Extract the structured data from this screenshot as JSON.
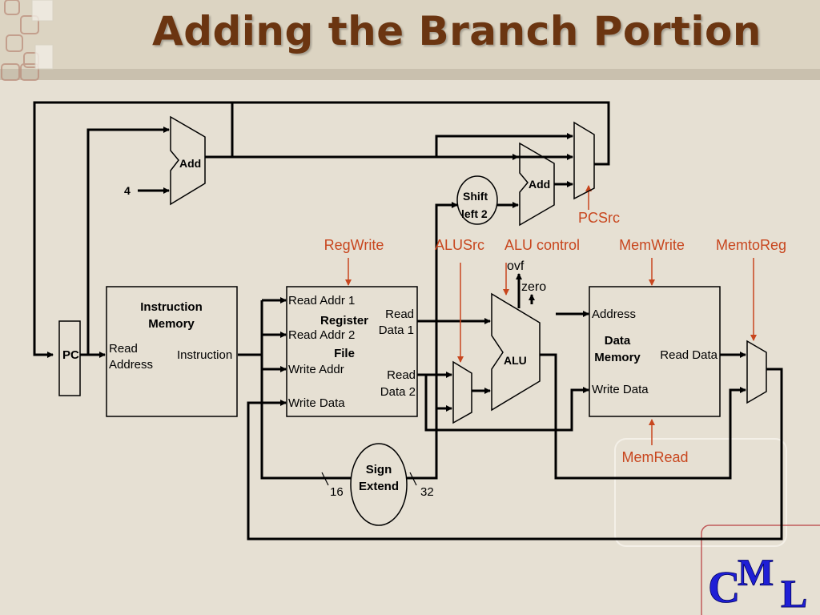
{
  "title": "Adding the Branch Portion",
  "colors": {
    "title": "#6b3511",
    "control": "#c8461e",
    "wire": "#000000",
    "logo": "#1f1fd6"
  },
  "blocks": {
    "pc": "PC",
    "add_top": "Add",
    "add_branch": "Add",
    "four": "4",
    "shift": {
      "line1": "Shift",
      "line2": "left 2"
    },
    "imem": {
      "line1": "Instruction",
      "line2": "Memory",
      "in1": "Read",
      "in2": "Address",
      "out": "Instruction"
    },
    "regfile": {
      "name1": "Register",
      "name2": "File",
      "read_addr_1": "Read Addr 1",
      "read_addr_2": "Read Addr 2",
      "write_addr": "Write Addr",
      "write_data": "Write Data",
      "rd1_a": "Read",
      "rd1_b": "Data 1",
      "rd2_a": "Read",
      "rd2_b": "Data 2"
    },
    "alu": "ALU",
    "ovf": "ovf",
    "zero": "zero",
    "dmem": {
      "address": "Address",
      "name1": "Data",
      "name2": "Memory",
      "read_data": "Read Data",
      "write_data": "Write Data"
    },
    "sign_extend": {
      "line1": "Sign",
      "line2": "Extend",
      "in_width": "16",
      "out_width": "32"
    }
  },
  "controls": {
    "regwrite": "RegWrite",
    "alusrc": "ALUSrc",
    "alu_control": "ALU control",
    "memwrite": "MemWrite",
    "memtoreg": "MemtoReg",
    "memread": "MemRead",
    "pcsrc": "PCSrc"
  },
  "logo": {
    "c": "C",
    "m": "M",
    "l": "L"
  }
}
